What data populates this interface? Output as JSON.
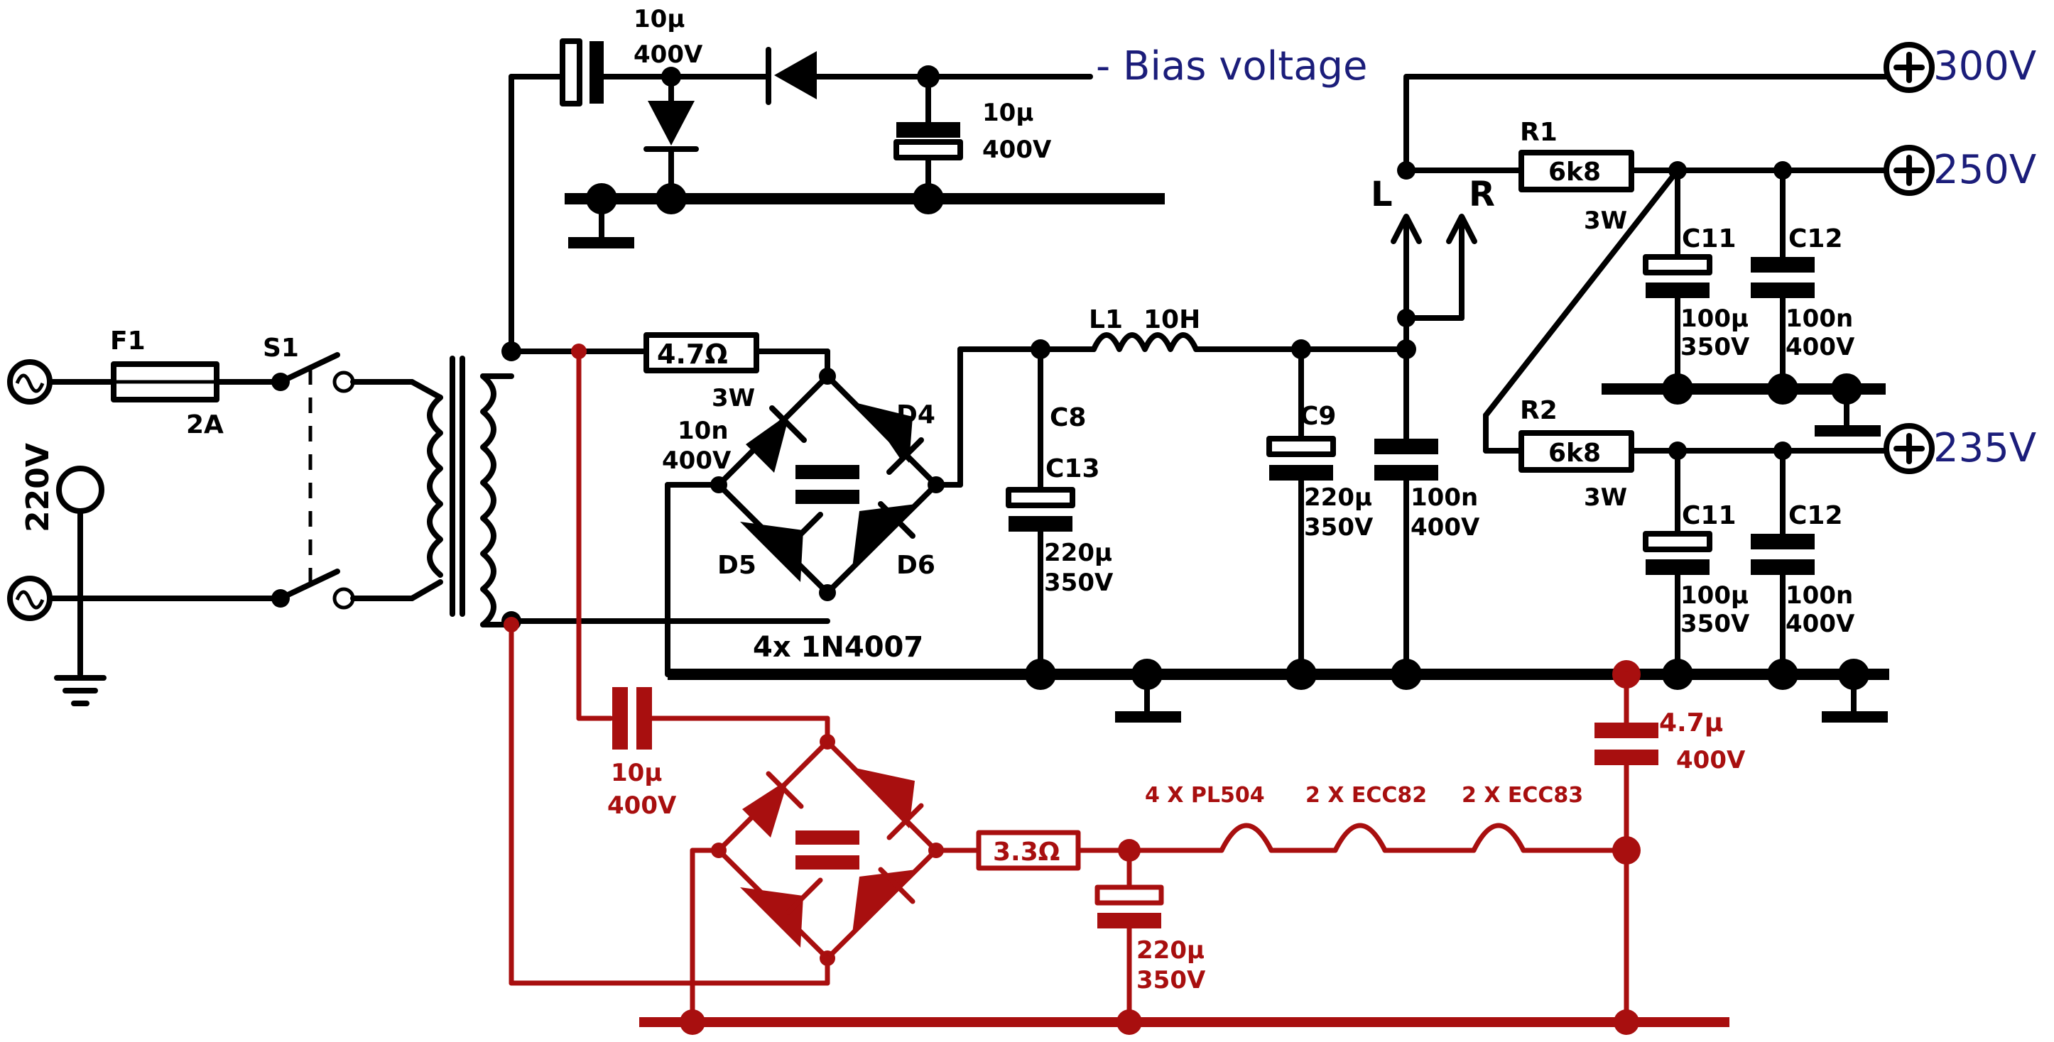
{
  "colors": {
    "wire": "#000000",
    "accent_red": "#a80f0f",
    "output_label_blue": "#1b1d7a"
  },
  "mains": {
    "voltage": "220V",
    "fuse": "F1",
    "fuse_rating": "2A",
    "switch": "S1"
  },
  "bias": {
    "cap1": {
      "value": "10µ",
      "voltage": "400V"
    },
    "cap2": {
      "value": "10µ",
      "voltage": "400V"
    },
    "label": "- Bias voltage"
  },
  "bridge_main": {
    "resistor": "4.7Ω",
    "resistor_power": "3W",
    "cap_value": "10n",
    "cap_voltage": "400V",
    "d4": "D4",
    "d5": "D5",
    "d6": "D6",
    "diodes": "4x 1N4007"
  },
  "filter": {
    "inductor": "L1",
    "inductor_value": "10H",
    "c8": "C8",
    "c13": "C13",
    "c13_value": "220µ",
    "c13_voltage": "350V",
    "c9": "C9",
    "c9_value": "220µ",
    "c9_voltage": "350V",
    "c_small_value": "100n",
    "c_small_voltage": "400V",
    "switch_l": "L",
    "switch_r": "R"
  },
  "outputs": {
    "v300": "300V",
    "v250": "250V",
    "v235": "235V",
    "r1": "R1",
    "r1_value": "6k8",
    "r1_power": "3W",
    "r2": "R2",
    "r2_value": "6k8",
    "r2_power": "3W",
    "c11": "C11",
    "c11_value": "100µ",
    "c11_voltage": "350V",
    "c12": "C12",
    "c12_value": "100n",
    "c12_voltage": "400V"
  },
  "heater": {
    "cap": {
      "value": "10µ",
      "voltage": "400V"
    },
    "resistor": "3.3Ω",
    "filter_cap": {
      "value": "220µ",
      "voltage": "350V"
    },
    "load1": "4 X PL504",
    "load2": "2 X ECC82",
    "load3": "2 X ECC83",
    "out_cap": {
      "value": "4.7µ",
      "voltage": "400V"
    }
  }
}
